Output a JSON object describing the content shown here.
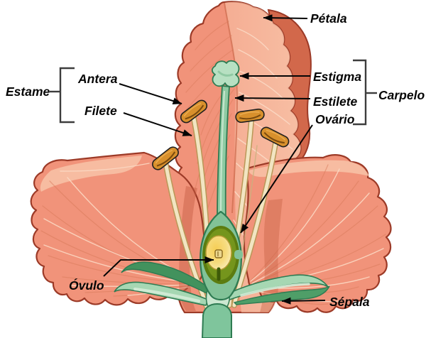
{
  "diagram": {
    "type": "flower-anatomy-cross-section",
    "language": "pt-BR",
    "labels": {
      "petala": "Pétala",
      "estame": "Estame",
      "antera": "Antera",
      "filete": "Filete",
      "estigma": "Estigma",
      "estilete": "Estilete",
      "ovario": "Ovário",
      "carpelo": "Carpelo",
      "ovulo": "Óvulo",
      "sepala": "Sépala"
    },
    "groups": [
      {
        "label": "Estame",
        "members": [
          "Antera",
          "Filete"
        ]
      },
      {
        "label": "Carpelo",
        "members": [
          "Estigma",
          "Estilete",
          "Ovário"
        ]
      }
    ],
    "palette": {
      "background": "#FFFFFF",
      "petal": "#F1937A",
      "petal_light": "#F8C3A8",
      "petal_pale_vein": "#FBD8C3",
      "petal_dark_vein": "#D97A5A",
      "petal_outline": "#9C3A27",
      "petal_shadow": "#D2684B",
      "anther_orange": "#D8902C",
      "filament_cream": "#F2E5C2",
      "filament_outline": "#B99757",
      "style_green": "#8FCBA3",
      "stigma_green": "#B7E0C2",
      "green_outline": "#2E7B52",
      "stem_green": "#7FC59C",
      "sepal_green": "#A6D7B3",
      "sepal_dark": "#42925D",
      "ovary_wall": "#82C298",
      "ovary_ring_dark": "#5C7C10",
      "ovary_ring_mid": "#75951C",
      "ovule_yellow": "#F6D869",
      "ovule_cream": "#FBF2C8",
      "annotation": "#000000"
    }
  }
}
